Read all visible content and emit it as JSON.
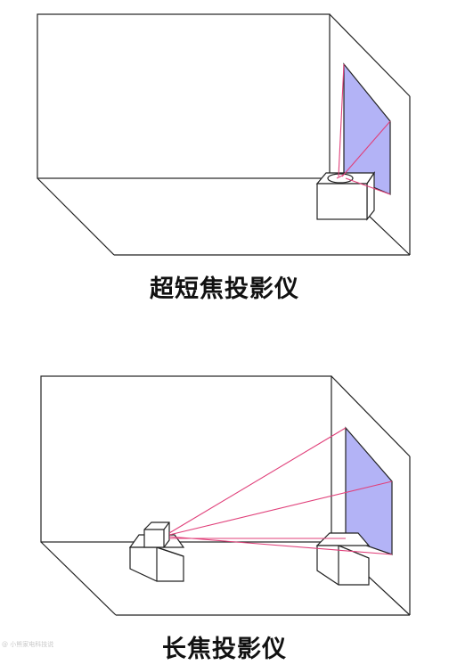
{
  "diagrams": [
    {
      "caption": "超短焦投影仪"
    },
    {
      "caption": "长焦投影仪"
    }
  ],
  "watermark": "@ 小熊家电科技说",
  "colors": {
    "screen": "#b3b3f6",
    "ray": "#e0407a",
    "line": "#222222"
  }
}
